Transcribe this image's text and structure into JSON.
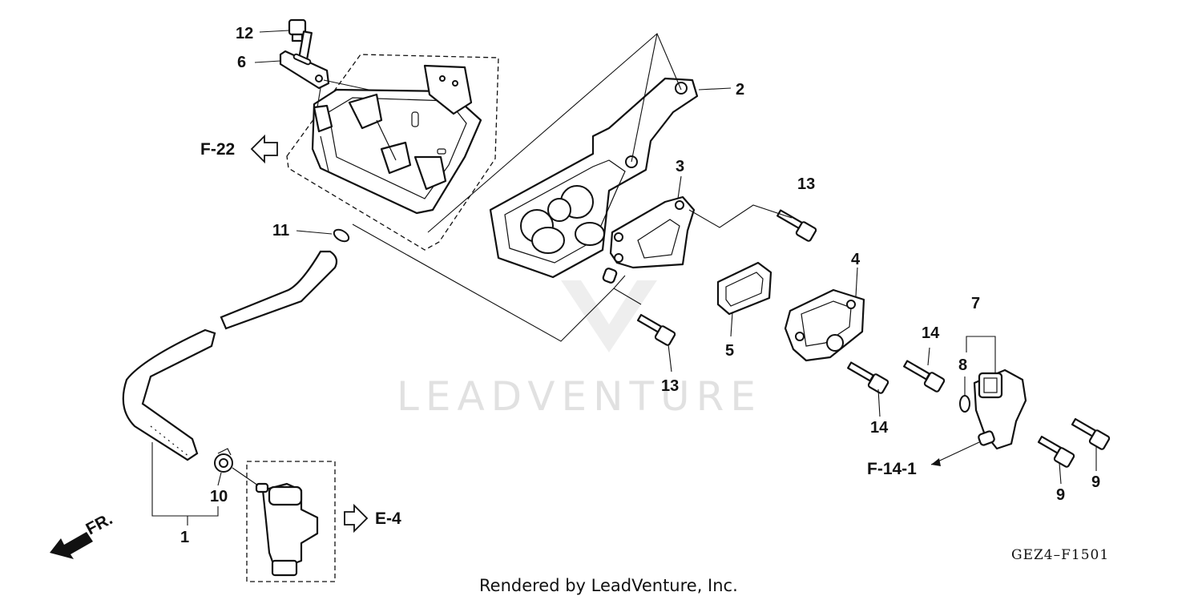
{
  "diagram": {
    "callouts": [
      "1",
      "2",
      "3",
      "4",
      "5",
      "6",
      "7",
      "8",
      "9",
      "9",
      "10",
      "11",
      "12",
      "13",
      "13",
      "14",
      "14"
    ],
    "refs": {
      "f22": "F-22",
      "e4": "E-4",
      "f141": "F-14-1"
    },
    "direction_label": "FR.",
    "diagram_code": "GEZ4–F1501",
    "watermark": "LEADVENTURE",
    "credit": "Rendered by LeadVenture, Inc."
  }
}
